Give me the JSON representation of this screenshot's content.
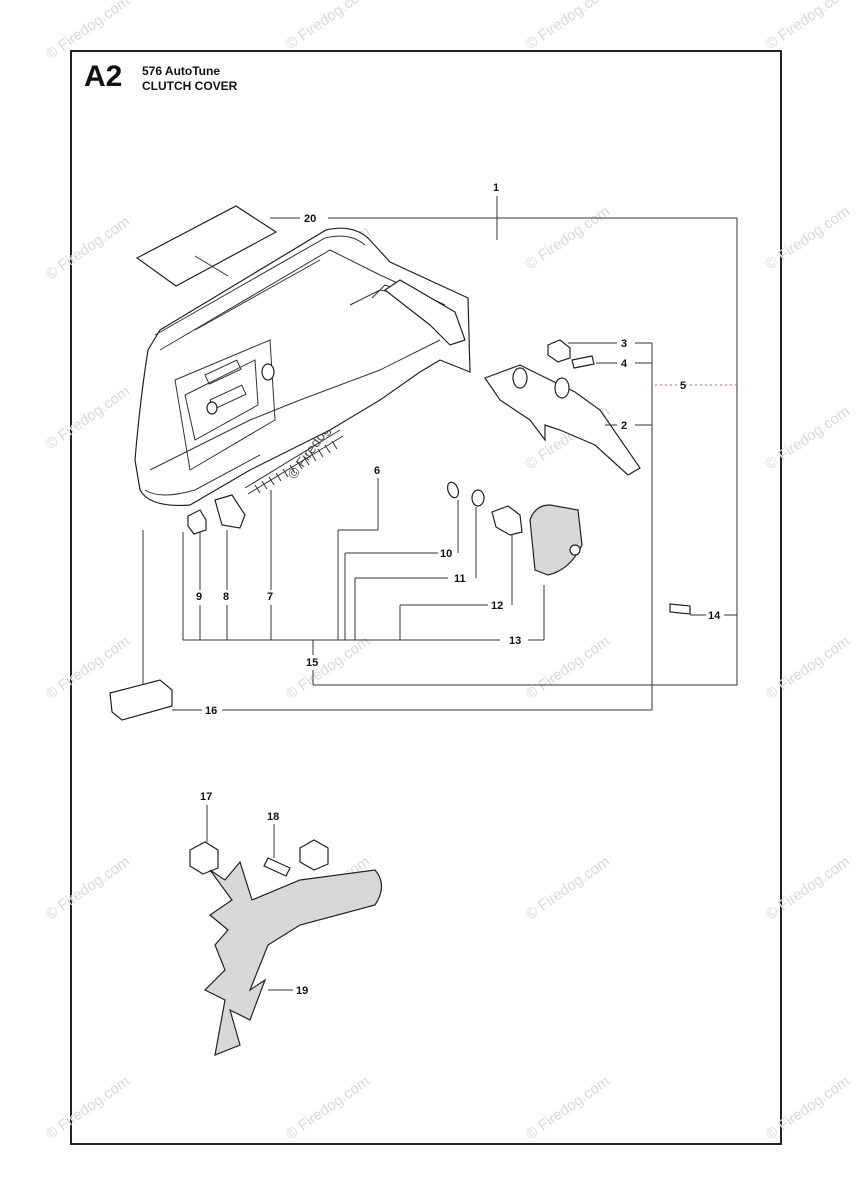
{
  "header": {
    "code": "A2",
    "model": "576 AutoTune",
    "title": "CLUTCH COVER"
  },
  "watermark": "© Firedog.com",
  "callouts": [
    "1",
    "2",
    "3",
    "4",
    "5",
    "6",
    "7",
    "8",
    "9",
    "10",
    "11",
    "12",
    "13",
    "14",
    "15",
    "16",
    "17",
    "18",
    "19",
    "20"
  ],
  "colors": {
    "line": "#333333",
    "watermark": "#d9d9d9",
    "text": "#111111"
  }
}
